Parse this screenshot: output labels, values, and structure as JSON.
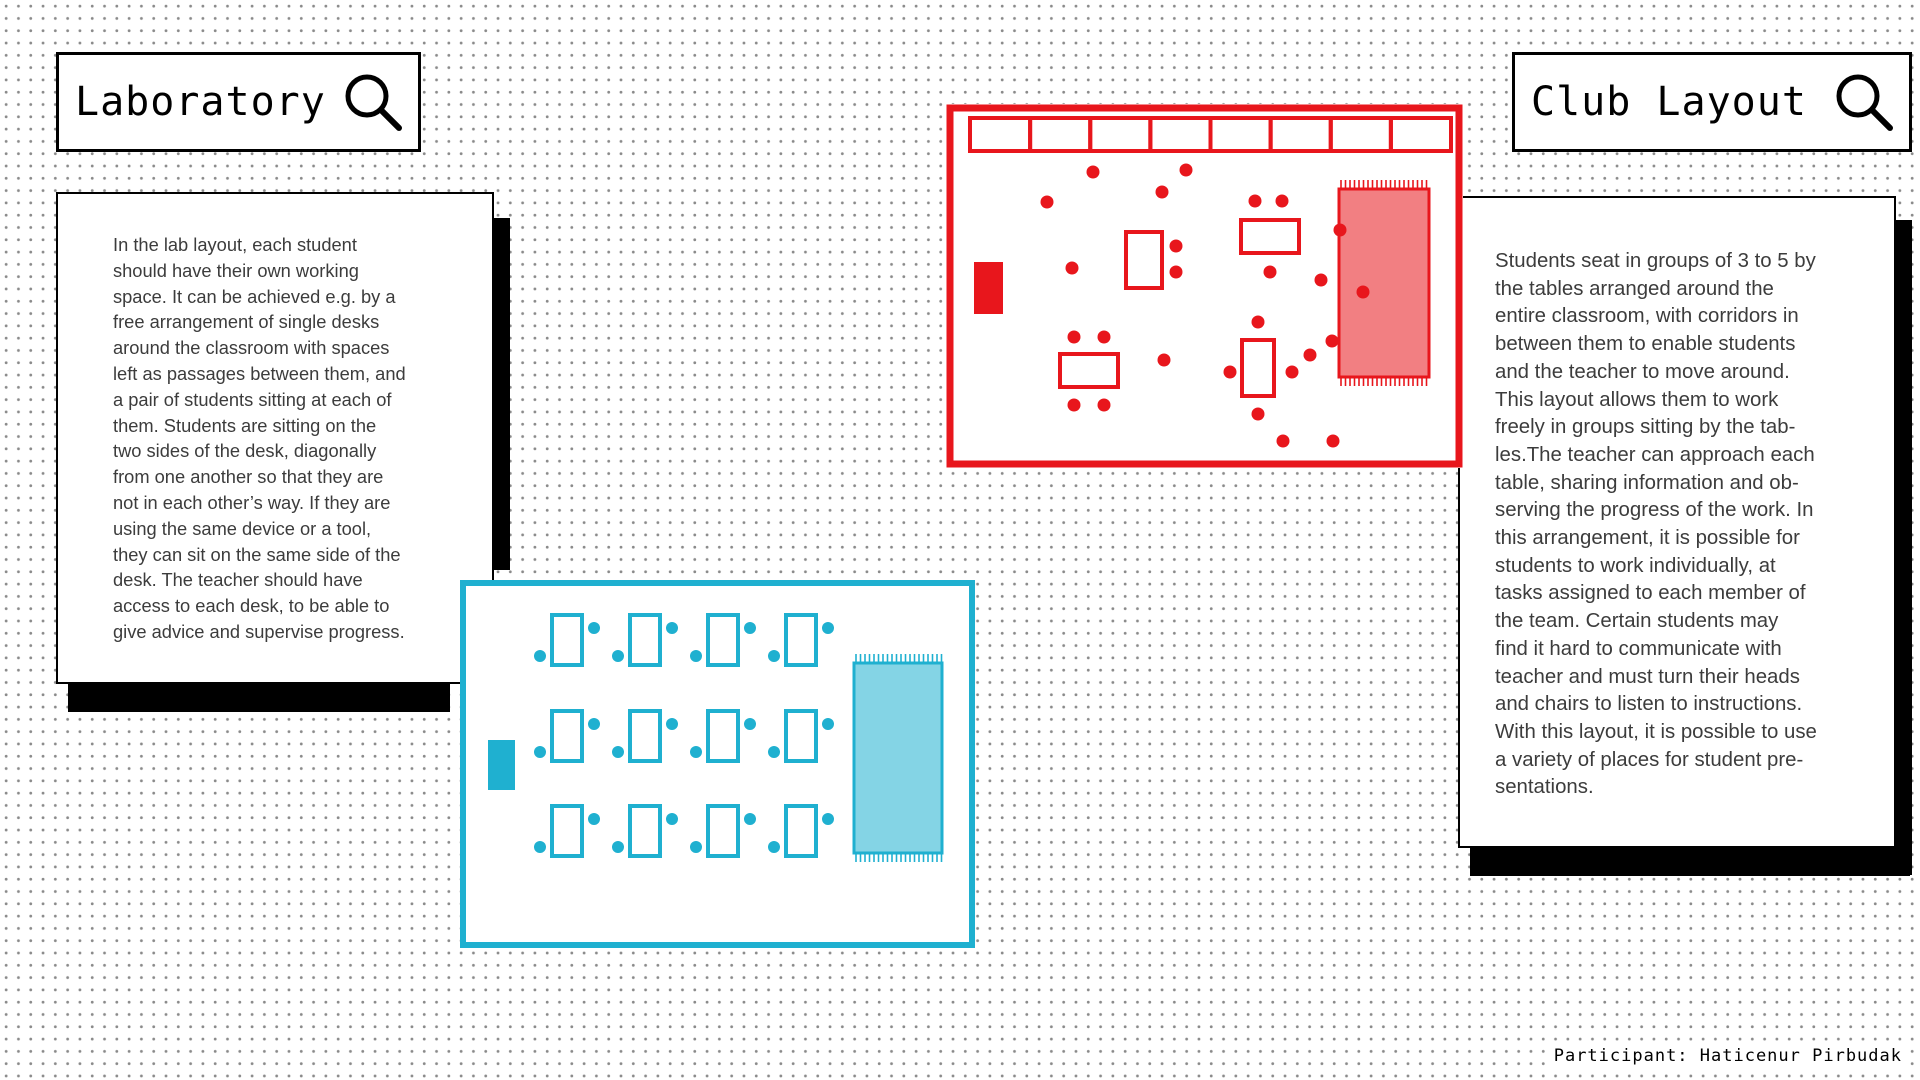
{
  "laboratory": {
    "title": "Laboratory",
    "search_icon": "search-icon",
    "description": "In the lab layout, each student\nshould have their own working\nspace. It can be achieved e.g. by a\nfree arrangement of single desks\naround the classroom with spaces\nleft as passages between them, and\na pair of students sitting at each of\nthem. Students are sitting on the\ntwo sides of the desk, diagonally\nfrom one another so that they are\nnot in each other’s way. If they are\nusing the same device or a tool,\nthey can sit on the same side of the\ndesk. The teacher should have\naccess to each desk, to be able to\ngive advice and supervise progress.",
    "plan_color": "#1fb0d0"
  },
  "club": {
    "title": "Club Layout",
    "search_icon": "search-icon",
    "description": "Students seat in groups of 3 to 5 by\nthe tables arranged around the\nentire classroom, with corridors in\nbetween them to enable students\nand the teacher to move around.\nThis layout allows them to work\nfreely in groups sitting by the tab-\nles.The teacher can approach each\ntable, sharing information and ob-\nserving the progress of the work. In\nthis arrangement, it is possible for\nstudents to work individually, at\ntasks assigned to each member of\nthe team. Certain students may\nfind it hard to communicate with\nteacher and must turn their heads\nand chairs to listen to instructions.\nWith this layout, it is possible to use\na variety of places for student pre-\nsentations.",
    "plan_color": "#e8161c"
  },
  "footer": "Participant: Haticenur Pirbudak"
}
